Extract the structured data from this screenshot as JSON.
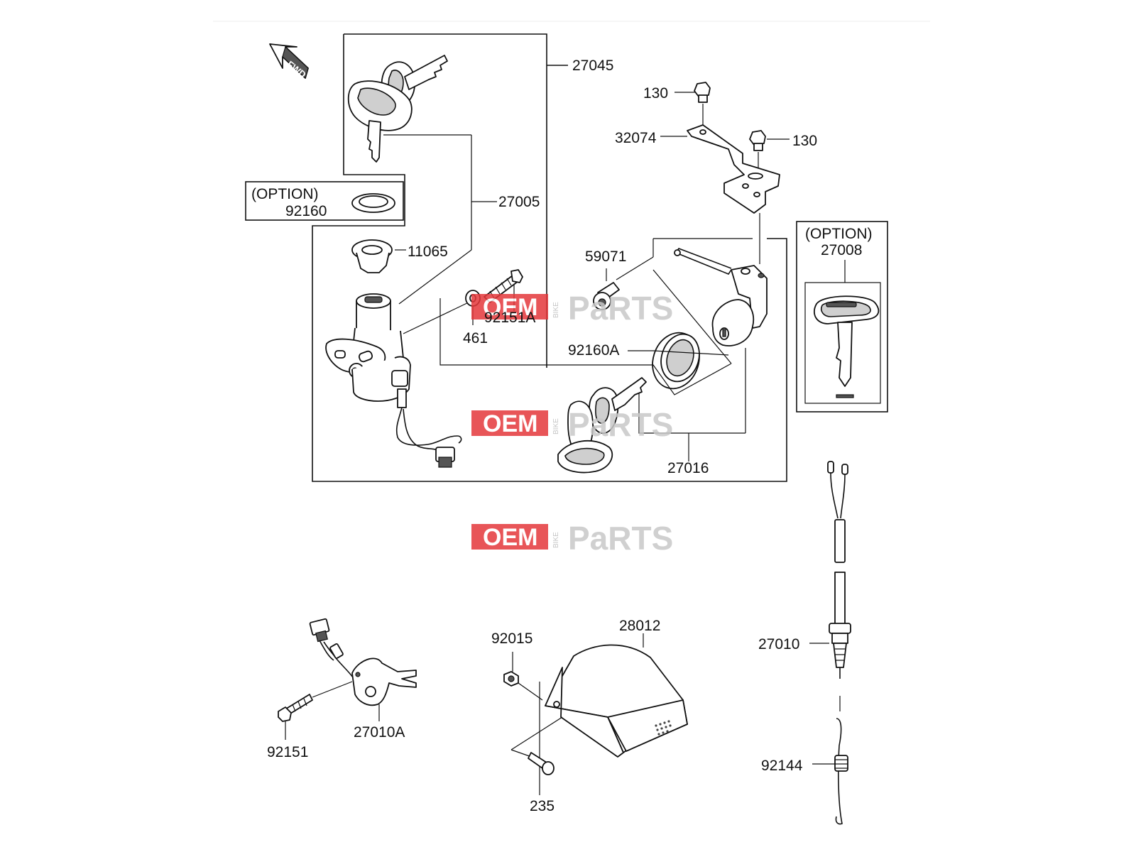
{
  "diagram": {
    "direction_badge": "FWD",
    "labels": {
      "p27045": "27045",
      "p27005": "27005",
      "p11065": "11065",
      "p92160": "92160",
      "option_left": "(OPTION)",
      "p92151A": "92151A",
      "p461": "461",
      "p130a": "130",
      "p130b": "130",
      "p32074": "32074",
      "p59071": "59071",
      "p92160A": "92160A",
      "p27016": "27016",
      "option_right": "(OPTION)",
      "p27008": "27008",
      "p27010": "27010",
      "p92144": "92144",
      "p28012": "28012",
      "p92015": "92015",
      "p235": "235",
      "p92151": "92151",
      "p27010A": "27010A"
    },
    "watermark": {
      "oem": "OEM",
      "bike": "BIKE",
      "parts": "PaRTS",
      "color": "#e5383b"
    }
  }
}
